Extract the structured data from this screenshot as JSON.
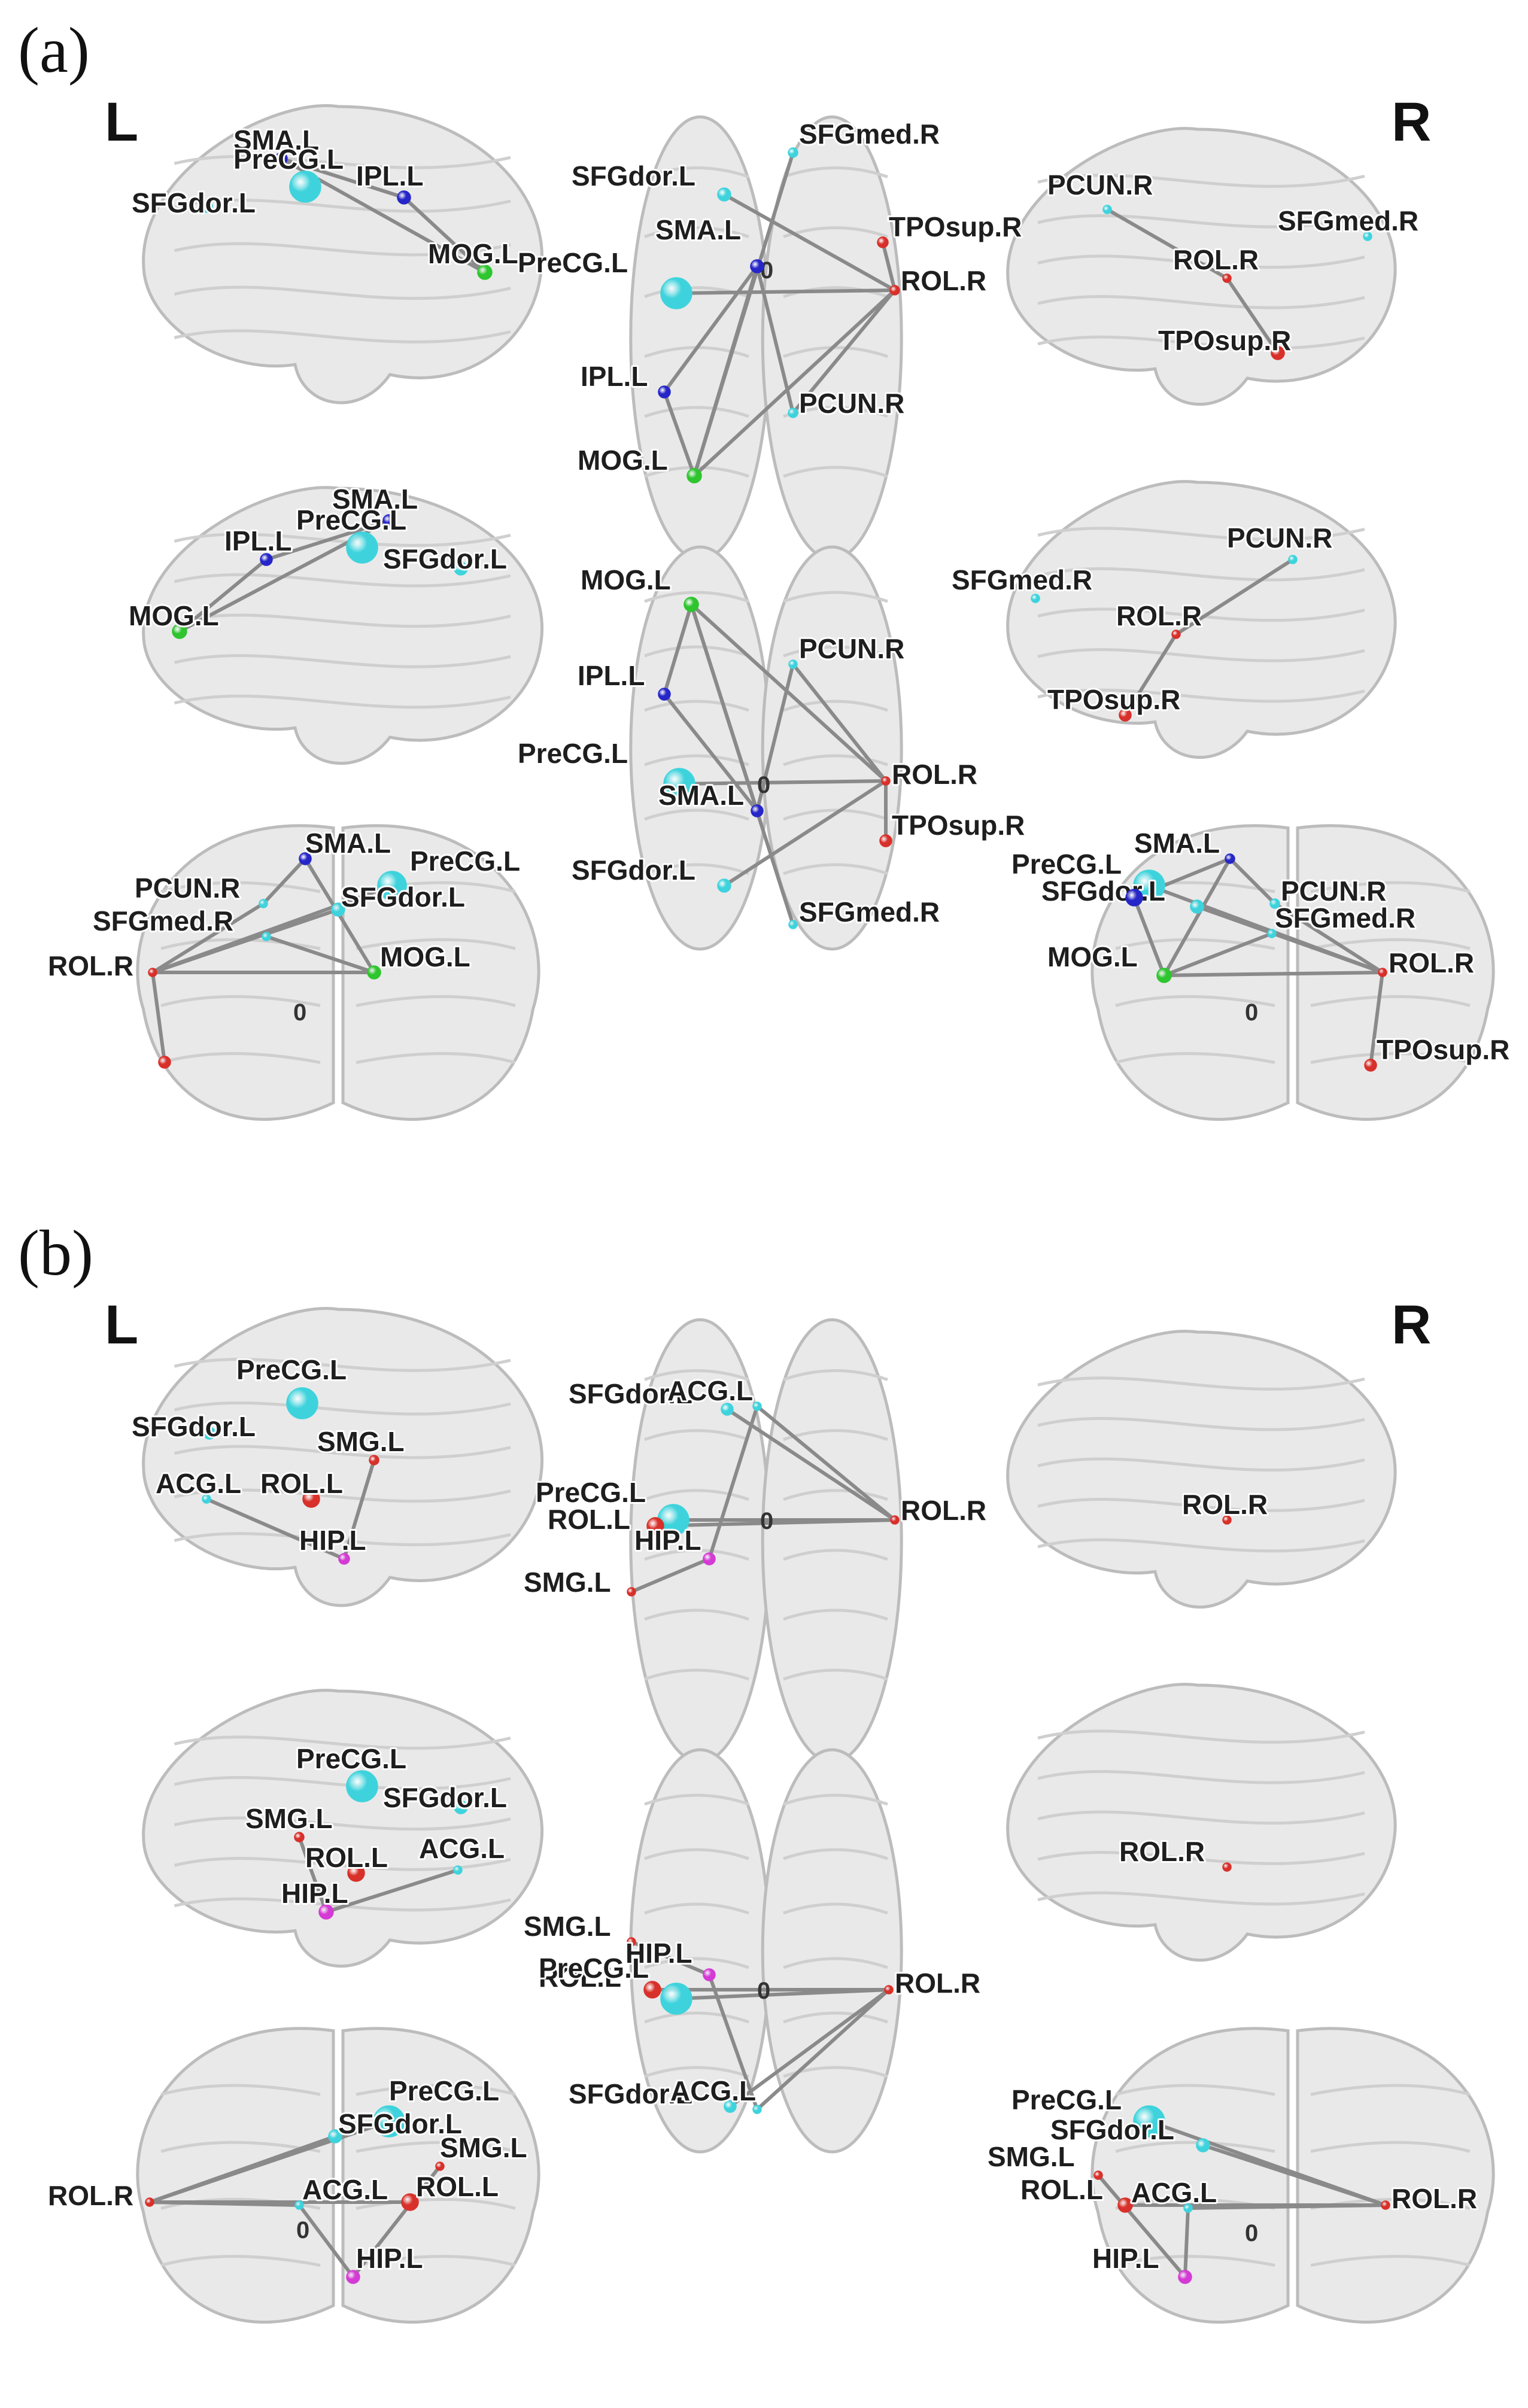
{
  "colors": {
    "cyan": "#3ed3dc",
    "blue": "#2626c8",
    "green": "#2ec52e",
    "red": "#d8302a",
    "magenta": "#d43ad4",
    "edge": "#8a8a8a",
    "brain": "#e9e9e9"
  },
  "panels": [
    {
      "id": "a",
      "letter": "(a)",
      "left_side": "L",
      "right_side": "R",
      "origin_label": "0",
      "views": [
        {
          "id": "lat-l",
          "kind": "sagittal"
        },
        {
          "id": "med-l",
          "kind": "sagittal"
        },
        {
          "id": "cor-a",
          "kind": "coronal"
        },
        {
          "id": "axial-top",
          "kind": "axial"
        },
        {
          "id": "axial-bottom",
          "kind": "axial"
        },
        {
          "id": "lat-r",
          "kind": "sagittal"
        },
        {
          "id": "med-r",
          "kind": "sagittal"
        },
        {
          "id": "cor-p",
          "kind": "coronal"
        }
      ],
      "nodes": [
        {
          "view": "lat-l",
          "label": "SMA.L",
          "color": "blue",
          "size": 10
        },
        {
          "view": "lat-l",
          "label": "PreCG.L",
          "color": "cyan",
          "size": 26
        },
        {
          "view": "lat-l",
          "label": "SFGdor.L",
          "color": "cyan",
          "size": 10
        },
        {
          "view": "lat-l",
          "label": "IPL.L",
          "color": "blue",
          "size": 11
        },
        {
          "view": "lat-l",
          "label": "MOG.L",
          "color": "green",
          "size": 12
        },
        {
          "view": "axial-top",
          "label": "SFGdor.L",
          "color": "cyan",
          "size": 11
        },
        {
          "view": "axial-top",
          "label": "SFGmed.R",
          "color": "cyan",
          "size": 8
        },
        {
          "view": "axial-top",
          "label": "TPOsup.R",
          "color": "red",
          "size": 9
        },
        {
          "view": "axial-top",
          "label": "SMA.L",
          "color": "blue",
          "size": 11
        },
        {
          "view": "axial-top",
          "label": "PreCG.L",
          "color": "cyan",
          "size": 26
        },
        {
          "view": "axial-top",
          "label": "ROL.R",
          "color": "red",
          "size": 8
        },
        {
          "view": "axial-top",
          "label": "IPL.L",
          "color": "blue",
          "size": 10
        },
        {
          "view": "axial-top",
          "label": "PCUN.R",
          "color": "cyan",
          "size": 8
        },
        {
          "view": "axial-top",
          "label": "MOG.L",
          "color": "green",
          "size": 12
        },
        {
          "view": "lat-r",
          "label": "PCUN.R",
          "color": "cyan",
          "size": 7
        },
        {
          "view": "lat-r",
          "label": "SFGmed.R",
          "color": "cyan",
          "size": 7
        },
        {
          "view": "lat-r",
          "label": "ROL.R",
          "color": "red",
          "size": 7
        },
        {
          "view": "lat-r",
          "label": "TPOsup.R",
          "color": "red",
          "size": 11
        },
        {
          "view": "med-l",
          "label": "SMA.L",
          "color": "blue",
          "size": 10
        },
        {
          "view": "med-l",
          "label": "PreCG.L",
          "color": "cyan",
          "size": 26
        },
        {
          "view": "med-l",
          "label": "SFGdor.L",
          "color": "cyan",
          "size": 11
        },
        {
          "view": "med-l",
          "label": "IPL.L",
          "color": "blue",
          "size": 10
        },
        {
          "view": "med-l",
          "label": "MOG.L",
          "color": "green",
          "size": 12
        },
        {
          "view": "axial-bottom",
          "label": "MOG.L",
          "color": "green",
          "size": 12
        },
        {
          "view": "axial-bottom",
          "label": "PCUN.R",
          "color": "cyan",
          "size": 7
        },
        {
          "view": "axial-bottom",
          "label": "IPL.L",
          "color": "blue",
          "size": 10
        },
        {
          "view": "axial-bottom",
          "label": "PreCG.L",
          "color": "cyan",
          "size": 26
        },
        {
          "view": "axial-bottom",
          "label": "SMA.L",
          "color": "blue",
          "size": 10
        },
        {
          "view": "axial-bottom",
          "label": "ROL.R",
          "color": "red",
          "size": 7
        },
        {
          "view": "axial-bottom",
          "label": "TPOsup.R",
          "color": "red",
          "size": 10
        },
        {
          "view": "axial-bottom",
          "label": "SFGdor.L",
          "color": "cyan",
          "size": 11
        },
        {
          "view": "axial-bottom",
          "label": "SFGmed.R",
          "color": "cyan",
          "size": 7
        },
        {
          "view": "med-r",
          "label": "SFGmed.R",
          "color": "cyan",
          "size": 7
        },
        {
          "view": "med-r",
          "label": "PCUN.R",
          "color": "cyan",
          "size": 7
        },
        {
          "view": "med-r",
          "label": "ROL.R",
          "color": "red",
          "size": 7
        },
        {
          "view": "med-r",
          "label": "TPOsup.R",
          "color": "red",
          "size": 10
        },
        {
          "view": "cor-a",
          "label": "SMA.L",
          "color": "blue",
          "size": 10
        },
        {
          "view": "cor-a",
          "label": "PreCG.L",
          "color": "cyan",
          "size": 24
        },
        {
          "view": "cor-a",
          "label": "SFGdor.L",
          "color": "cyan",
          "size": 11
        },
        {
          "view": "cor-a",
          "label": "PCUN.R",
          "color": "cyan",
          "size": 7
        },
        {
          "view": "cor-a",
          "label": "SFGmed.R",
          "color": "cyan",
          "size": 7
        },
        {
          "view": "cor-a",
          "label": "ROL.R",
          "color": "red",
          "size": 7
        },
        {
          "view": "cor-a",
          "label": "MOG.L",
          "color": "green",
          "size": 11
        },
        {
          "view": "cor-a",
          "label": "TPOsup.R",
          "color": "red",
          "size": 10
        },
        {
          "view": "cor-p",
          "label": "SMA.L",
          "color": "blue",
          "size": 8
        },
        {
          "view": "cor-p",
          "label": "PreCG.L",
          "color": "cyan",
          "size": 26
        },
        {
          "view": "cor-p",
          "label": "SFGdor.L",
          "color": "cyan",
          "size": 11
        },
        {
          "view": "cor-p",
          "label": "PCUN.R",
          "color": "cyan",
          "size": 8
        },
        {
          "view": "cor-p",
          "label": "SFGmed.R",
          "color": "cyan",
          "size": 7
        },
        {
          "view": "cor-p",
          "label": "ROL.R",
          "color": "red",
          "size": 7
        },
        {
          "view": "cor-p",
          "label": "MOG.L",
          "color": "green",
          "size": 12
        },
        {
          "view": "cor-p",
          "label": "TPOsup.R",
          "color": "red",
          "size": 10
        },
        {
          "view": "cor-p",
          "label": "IPL.L",
          "color": "blue",
          "size": 14
        }
      ],
      "edges": [
        [
          "SMA.L",
          "MOG.L"
        ],
        [
          "SFGdor.L",
          "ROL.R"
        ],
        [
          "PreCG.L",
          "ROL.R"
        ],
        [
          "SFGmed.R",
          "MOG.L"
        ],
        [
          "TPOsup.R",
          "ROL.R"
        ],
        [
          "PCUN.R",
          "ROL.R"
        ],
        [
          "IPL.L",
          "MOG.L"
        ],
        [
          "MOG.L",
          "ROL.R"
        ],
        [
          "SMA.L",
          "PCUN.R"
        ],
        [
          "IPL.L",
          "SMA.L"
        ]
      ]
    },
    {
      "id": "b",
      "letter": "(b)",
      "left_side": "L",
      "right_side": "R",
      "origin_label": "0",
      "views": [
        {
          "id": "lat-l",
          "kind": "sagittal"
        },
        {
          "id": "med-l",
          "kind": "sagittal"
        },
        {
          "id": "cor-a",
          "kind": "coronal"
        },
        {
          "id": "axial-top",
          "kind": "axial"
        },
        {
          "id": "axial-bottom",
          "kind": "axial"
        },
        {
          "id": "lat-r",
          "kind": "sagittal"
        },
        {
          "id": "med-r",
          "kind": "sagittal"
        },
        {
          "id": "cor-p",
          "kind": "coronal"
        }
      ],
      "nodes": [
        {
          "view": "lat-l",
          "label": "PreCG.L",
          "color": "cyan",
          "size": 26
        },
        {
          "view": "lat-l",
          "label": "SFGdor.L",
          "color": "cyan",
          "size": 10
        },
        {
          "view": "lat-l",
          "label": "SMG.L",
          "color": "red",
          "size": 8
        },
        {
          "view": "lat-l",
          "label": "ACG.L",
          "color": "cyan",
          "size": 7
        },
        {
          "view": "lat-l",
          "label": "ROL.L",
          "color": "red",
          "size": 14
        },
        {
          "view": "lat-l",
          "label": "HIP.L",
          "color": "magenta",
          "size": 9
        },
        {
          "view": "axial-top",
          "label": "SFGdor.L",
          "color": "cyan",
          "size": 10
        },
        {
          "view": "axial-top",
          "label": "ACG.L",
          "color": "cyan",
          "size": 7
        },
        {
          "view": "axial-top",
          "label": "PreCG.L",
          "color": "cyan",
          "size": 26
        },
        {
          "view": "axial-top",
          "label": "ROL.L",
          "color": "red",
          "size": 14
        },
        {
          "view": "axial-top",
          "label": "ROL.R",
          "color": "red",
          "size": 7
        },
        {
          "view": "axial-top",
          "label": "HIP.L",
          "color": "magenta",
          "size": 10
        },
        {
          "view": "axial-top",
          "label": "SMG.L",
          "color": "red",
          "size": 7
        },
        {
          "view": "lat-r",
          "label": "ROL.R",
          "color": "red",
          "size": 7
        },
        {
          "view": "med-l",
          "label": "PreCG.L",
          "color": "cyan",
          "size": 26
        },
        {
          "view": "med-l",
          "label": "SFGdor.L",
          "color": "cyan",
          "size": 11
        },
        {
          "view": "med-l",
          "label": "SMG.L",
          "color": "red",
          "size": 8
        },
        {
          "view": "med-l",
          "label": "ROL.L",
          "color": "red",
          "size": 14
        },
        {
          "view": "med-l",
          "label": "ACG.L",
          "color": "cyan",
          "size": 7
        },
        {
          "view": "med-l",
          "label": "HIP.L",
          "color": "magenta",
          "size": 12
        },
        {
          "view": "axial-bottom",
          "label": "SMG.L",
          "color": "red",
          "size": 7
        },
        {
          "view": "axial-bottom",
          "label": "HIP.L",
          "color": "magenta",
          "size": 10
        },
        {
          "view": "axial-bottom",
          "label": "ROL.L",
          "color": "red",
          "size": 14
        },
        {
          "view": "axial-bottom",
          "label": "PreCG.L",
          "color": "cyan",
          "size": 26
        },
        {
          "view": "axial-bottom",
          "label": "ROL.R",
          "color": "red",
          "size": 7
        },
        {
          "view": "axial-bottom",
          "label": "SFGdor.L",
          "color": "cyan",
          "size": 10
        },
        {
          "view": "axial-bottom",
          "label": "ACG.L",
          "color": "cyan",
          "size": 7
        },
        {
          "view": "med-r",
          "label": "ROL.R",
          "color": "red",
          "size": 7
        },
        {
          "view": "cor-a",
          "label": "PreCG.L",
          "color": "cyan",
          "size": 26
        },
        {
          "view": "cor-a",
          "label": "SFGdor.L",
          "color": "cyan",
          "size": 11
        },
        {
          "view": "cor-a",
          "label": "SMG.L",
          "color": "red",
          "size": 7
        },
        {
          "view": "cor-a",
          "label": "ROL.L",
          "color": "red",
          "size": 14
        },
        {
          "view": "cor-a",
          "label": "ROL.R",
          "color": "red",
          "size": 7
        },
        {
          "view": "cor-a",
          "label": "ACG.L",
          "color": "cyan",
          "size": 7
        },
        {
          "view": "cor-a",
          "label": "HIP.L",
          "color": "magenta",
          "size": 11
        },
        {
          "view": "cor-p",
          "label": "PreCG.L",
          "color": "cyan",
          "size": 26
        },
        {
          "view": "cor-p",
          "label": "SFGdor.L",
          "color": "cyan",
          "size": 11
        },
        {
          "view": "cor-p",
          "label": "SMG.L",
          "color": "red",
          "size": 7
        },
        {
          "view": "cor-p",
          "label": "ROL.L",
          "color": "red",
          "size": 12
        },
        {
          "view": "cor-p",
          "label": "ACG.L",
          "color": "cyan",
          "size": 7
        },
        {
          "view": "cor-p",
          "label": "ROL.R",
          "color": "red",
          "size": 7
        },
        {
          "view": "cor-p",
          "label": "HIP.L",
          "color": "magenta",
          "size": 11
        }
      ],
      "edges": [
        [
          "SMG.L",
          "HIP.L"
        ],
        [
          "ACG.L",
          "HIP.L"
        ],
        [
          "PreCG.L",
          "ROL.R"
        ],
        [
          "SFGdor.L",
          "ROL.R"
        ],
        [
          "ROL.L",
          "ROL.R"
        ],
        [
          "ACG.L",
          "ROL.R"
        ]
      ]
    }
  ]
}
